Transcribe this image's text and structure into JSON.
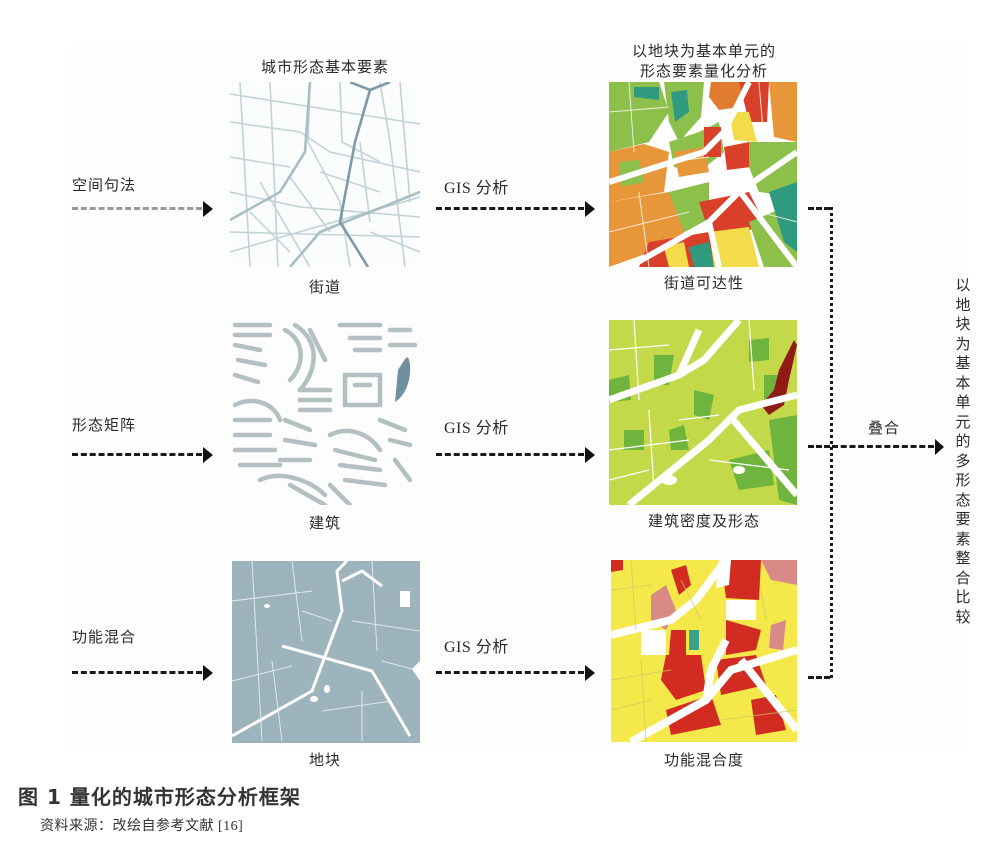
{
  "diagram": {
    "column_headers": {
      "basic_elements": "城市形态基本要素",
      "quantified_analysis_line1": "以地块为基本单元的",
      "quantified_analysis_line2": "形态要素量化分析"
    },
    "rows": [
      {
        "method": "空间句法",
        "element": "街道",
        "analysis_label": "GIS 分析",
        "result": "街道可达性"
      },
      {
        "method": "形态矩阵",
        "element": "建筑",
        "analysis_label": "GIS 分析",
        "result": "建筑密度及形态"
      },
      {
        "method": "功能混合",
        "element": "地块",
        "analysis_label": "GIS 分析",
        "result": "功能混合度"
      }
    ],
    "merge_label": "叠合",
    "final_output": "以地块为基本单元的多形态要素整合比较",
    "map_colors": {
      "street_lines": "#b9cdd3",
      "street_main": "#7f9aa6",
      "building_fill": "#b8c3c4",
      "water": "#6f8ea0",
      "parcel_fill": "#9db4bd",
      "access_green": "#8cc04a",
      "access_orange": "#e8963a",
      "access_red": "#d8402a",
      "access_yellow": "#f2dc4a",
      "access_teal": "#2f9a7e",
      "density_light": "#c4d94a",
      "density_mid": "#6fb43c",
      "density_dark_red": "#8f1a16",
      "mix_yellow": "#f4e84a",
      "mix_red": "#d22c22",
      "mix_pink": "#d98a86",
      "mix_teal": "#3aa28a"
    }
  },
  "caption": {
    "title": "图 1  量化的城市形态分析框架",
    "source": "资料来源：改绘自参考文献 [16]"
  }
}
